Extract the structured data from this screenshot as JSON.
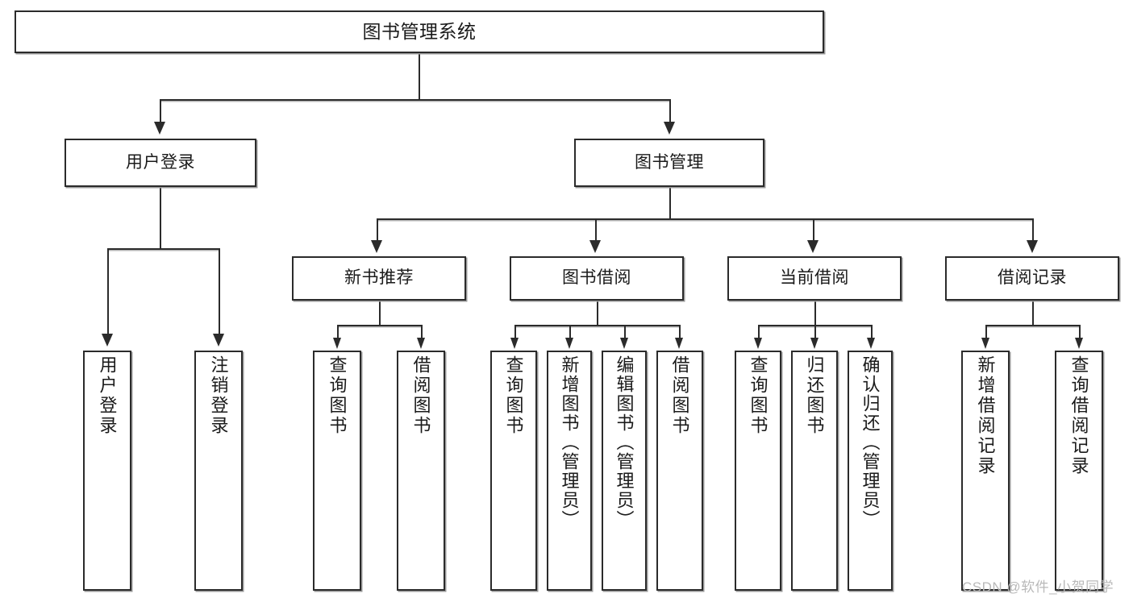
{
  "diagram": {
    "type": "tree-hierarchy-chart",
    "root": {
      "label": "图书管理系统"
    },
    "level2": [
      {
        "label": "用户登录"
      },
      {
        "label": "图书管理"
      }
    ],
    "level3": [
      {
        "label": "新书推荐"
      },
      {
        "label": "图书借阅"
      },
      {
        "label": "当前借阅"
      },
      {
        "label": "借阅记录"
      }
    ],
    "leaves": {
      "user_login": [
        {
          "label": "用户登录"
        },
        {
          "label": "注销登录"
        }
      ],
      "new_book_recommend": [
        {
          "label": "查询图书"
        },
        {
          "label": "借阅图书"
        }
      ],
      "book_borrow": [
        {
          "label": "查询图书"
        },
        {
          "label": "新增图书（管理员）"
        },
        {
          "label": "编辑图书（管理员）"
        },
        {
          "label": "借阅图书"
        }
      ],
      "current_borrow": [
        {
          "label": "查询图书"
        },
        {
          "label": "归还图书"
        },
        {
          "label": "确认归还（管理员）"
        }
      ],
      "borrow_record": [
        {
          "label": "新增借阅记录"
        },
        {
          "label": "查询借阅记录"
        }
      ]
    }
  },
  "watermark": {
    "text": "CSDN @软件_小贺同学"
  },
  "colors": {
    "box_border": "#2b2b2b",
    "box_fill": "#ffffff",
    "text": "#1a1a1a",
    "line": "#2b2b2b",
    "watermark": "#b9b9b9",
    "background": "#ffffff"
  }
}
